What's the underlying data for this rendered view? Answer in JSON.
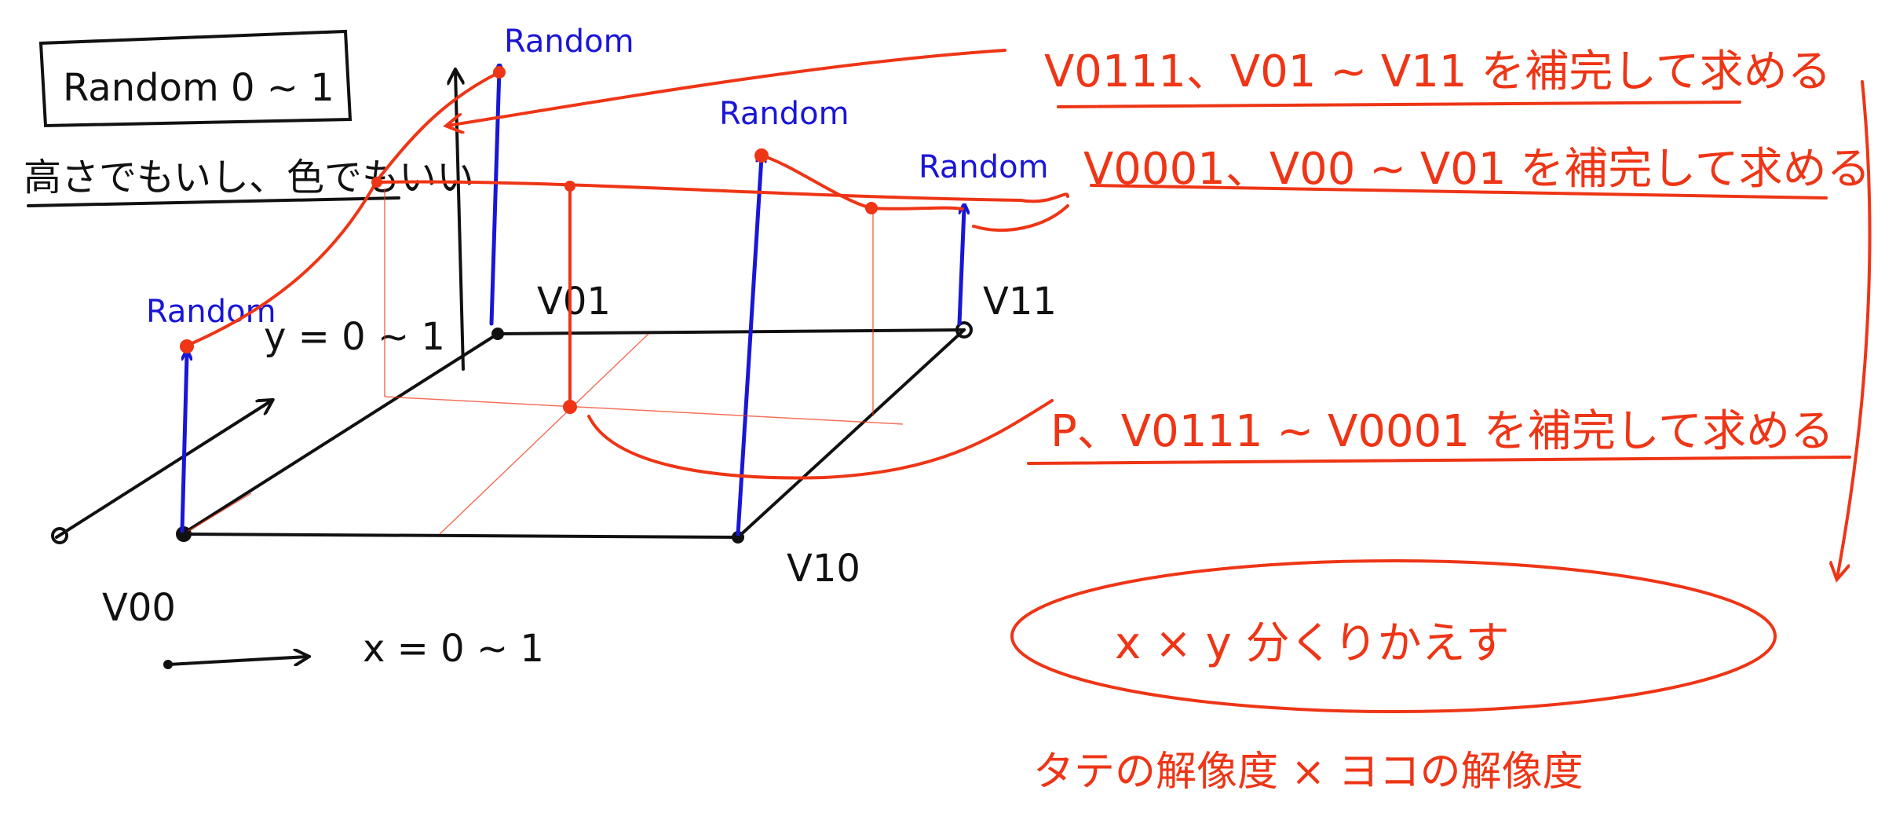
{
  "colors": {
    "ink": "#111111",
    "blue": "#1a16d6",
    "red": "#ee3516"
  },
  "labels": {
    "random_range": "Random 0 ~ 1",
    "height_or_color": "高さでもいし、色でもいい",
    "random": "Random",
    "y_range": "y = 0 ~ 1",
    "x_range": "x = 0 ~ 1",
    "v00": "V00",
    "v01": "V01",
    "v10": "V10",
    "v11": "V11"
  },
  "notes": {
    "step1": "V0111、V01 ~ V11 を補完して求める",
    "step2": "V0001、V00 ~ V01 を補完して求める",
    "step3": "P、V0111 ~ V0001 を補完して求める",
    "repeat": "x × y 分くりかえす",
    "resolution": "タテの解像度 × ヨコの解像度"
  }
}
